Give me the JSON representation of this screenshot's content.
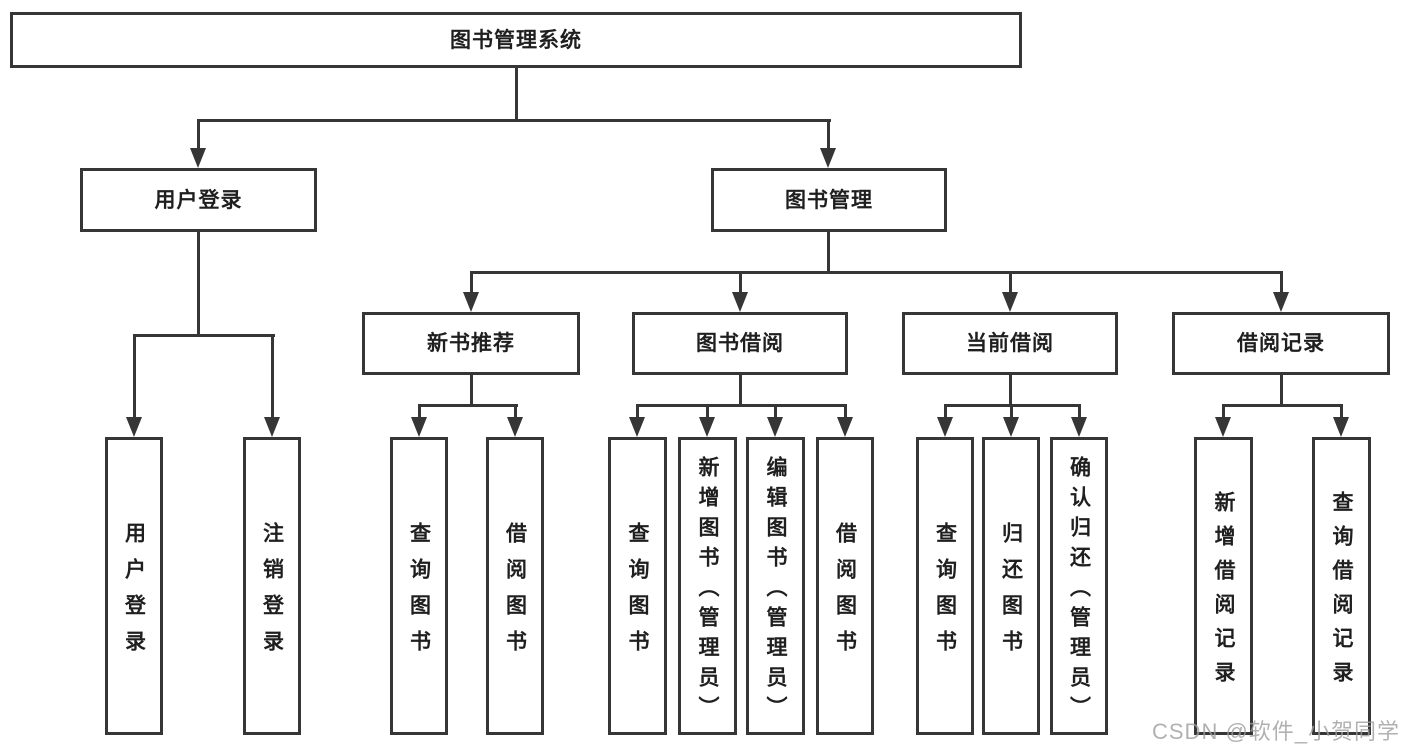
{
  "title": "图书管理系统",
  "modules": [
    {
      "label": "用户登录",
      "children": [
        {
          "label": "用户登录"
        },
        {
          "label": "注销登录"
        }
      ]
    },
    {
      "label": "图书管理",
      "children": [
        {
          "label": "新书推荐",
          "children": [
            {
              "label": "查询图书"
            },
            {
              "label": "借阅图书"
            }
          ]
        },
        {
          "label": "图书借阅",
          "children": [
            {
              "label": "查询图书"
            },
            {
              "label": "新增图书（管理员）"
            },
            {
              "label": "编辑图书（管理员）"
            },
            {
              "label": "借阅图书"
            }
          ]
        },
        {
          "label": "当前借阅",
          "children": [
            {
              "label": "查询图书"
            },
            {
              "label": "归还图书"
            },
            {
              "label": "确认归还（管理员）"
            }
          ]
        },
        {
          "label": "借阅记录",
          "children": [
            {
              "label": "新增借阅记录"
            },
            {
              "label": "查询借阅记录"
            }
          ]
        }
      ]
    }
  ],
  "watermark": "CSDN @软件_小贺同学",
  "colors": {
    "line": "#363636",
    "text": "#1f1f1f",
    "background": "#ffffff",
    "watermark": "#9e9e9e"
  }
}
